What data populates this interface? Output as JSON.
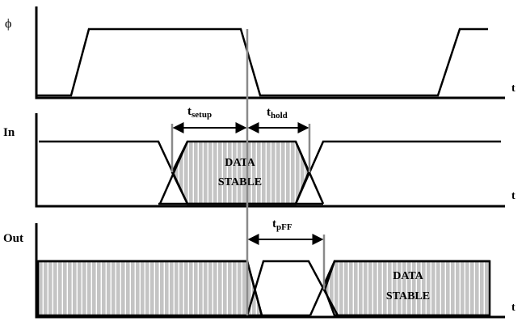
{
  "signals": {
    "clock": {
      "label": "ϕ",
      "axis_label": "t"
    },
    "input": {
      "label": "In",
      "axis_label": "t",
      "stable_text_line1": "DATA",
      "stable_text_line2": "STABLE"
    },
    "output": {
      "label": "Out",
      "axis_label": "t",
      "stable_text_line1": "DATA",
      "stable_text_line2": "STABLE"
    }
  },
  "annotations": {
    "setup": {
      "main": "t",
      "sub": "setup"
    },
    "hold": {
      "main": "t",
      "sub": "hold"
    },
    "propagation": {
      "main": "t",
      "sub": "pFF"
    }
  },
  "colors": {
    "stable_fill": "#c4c4c4",
    "stripe": "#ffffff",
    "marker": "#8a8a8a",
    "line": "#000000"
  }
}
